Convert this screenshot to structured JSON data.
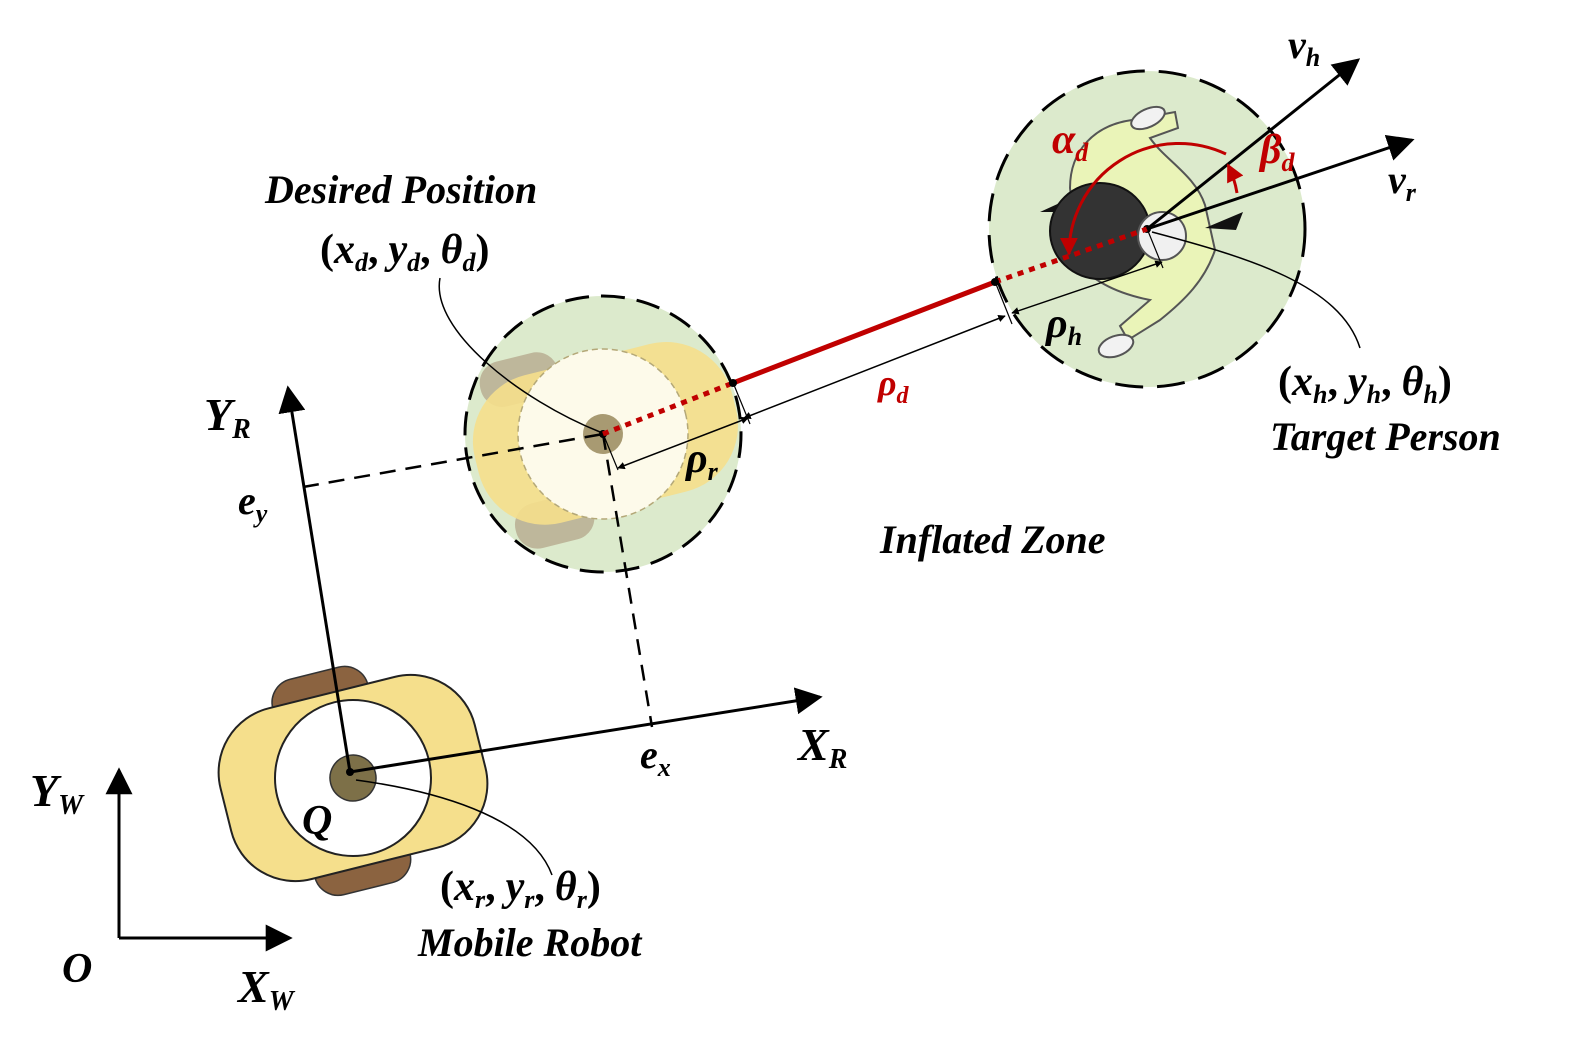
{
  "world_frame": {
    "x_axis": "X",
    "x_sub": "W",
    "y_axis": "Y",
    "y_sub": "W",
    "origin": "O"
  },
  "robot_frame": {
    "x_axis": "X",
    "x_sub": "R",
    "y_axis": "Y",
    "y_sub": "R",
    "center": "Q",
    "ex": "e",
    "ex_sub": "x",
    "ey": "e",
    "ey_sub": "y"
  },
  "mobile_robot": {
    "name": "Mobile Robot",
    "x": "x",
    "x_sub": "r",
    "y": "y",
    "y_sub": "r",
    "theta": "θ",
    "theta_sub": "r"
  },
  "desired_position": {
    "name": "Desired Position",
    "x": "x",
    "x_sub": "d",
    "y": "y",
    "y_sub": "d",
    "theta": "θ",
    "theta_sub": "d"
  },
  "target_person": {
    "name": "Target Person",
    "x": "x",
    "x_sub": "h",
    "y": "y",
    "y_sub": "h",
    "theta": "θ",
    "theta_sub": "h"
  },
  "inflated_zone": "Inflated Zone",
  "rho_r": {
    "sym": "ρ",
    "sub": "r"
  },
  "rho_h": {
    "sym": "ρ",
    "sub": "h"
  },
  "rho_d": {
    "sym": "ρ",
    "sub": "d"
  },
  "alpha_d": {
    "sym": "α",
    "sub": "d"
  },
  "beta_d": {
    "sym": "β",
    "sub": "d"
  },
  "v_h": {
    "sym": "v",
    "sub": "h"
  },
  "v_r": {
    "sym": "v",
    "sub": "r"
  },
  "punct": {
    "open": "(",
    "comma": ",",
    "close": ")"
  },
  "colors": {
    "robot_body": "#f5df8c",
    "robot_wheel": "#8b6340",
    "robot_center": "#7d7048",
    "zone_fill": "#dceacc",
    "person_shirt": "#eaf4b8",
    "person_head": "#333333",
    "highlight_red": "#c00000"
  }
}
